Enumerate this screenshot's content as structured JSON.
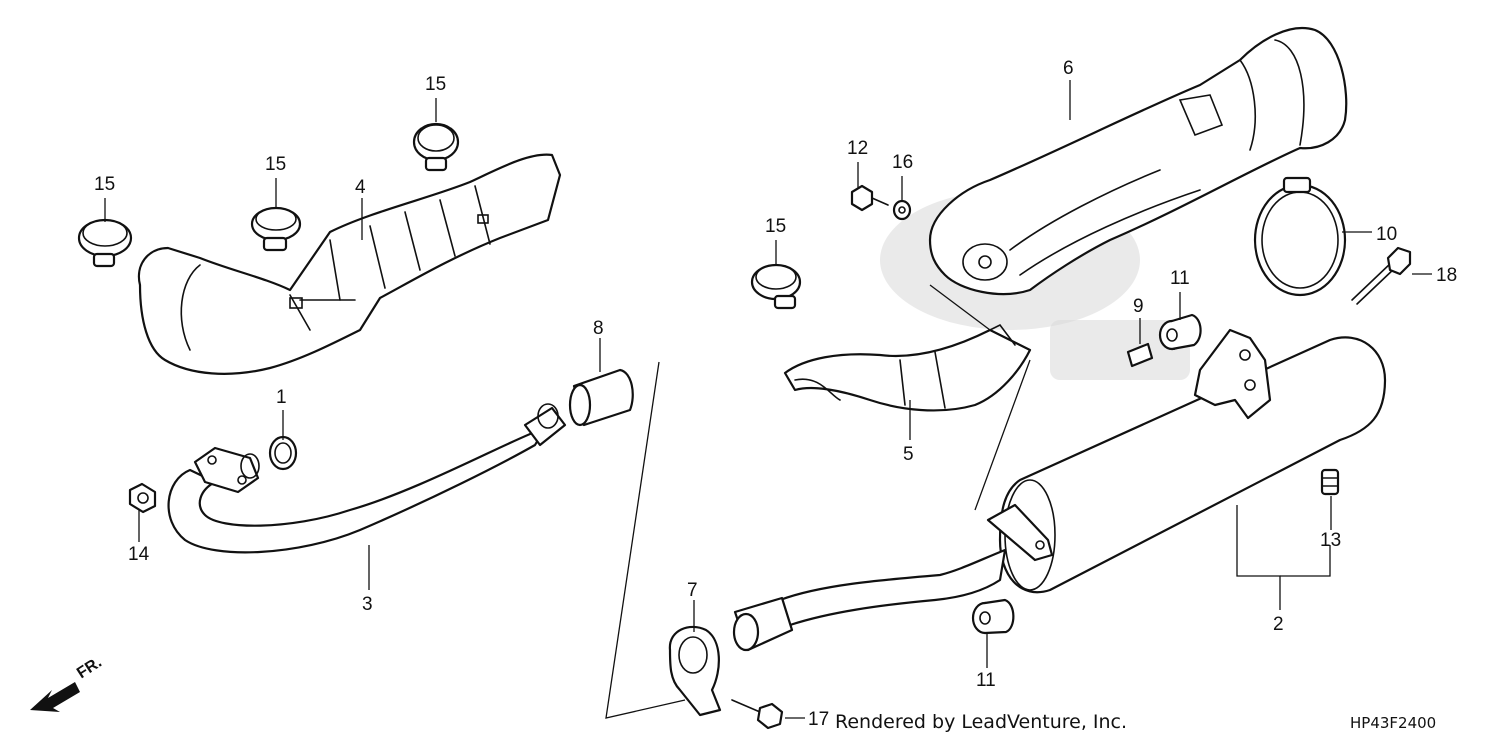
{
  "callouts": [
    {
      "id": "c1",
      "text": "1"
    },
    {
      "id": "c2",
      "text": "2"
    },
    {
      "id": "c3",
      "text": "3"
    },
    {
      "id": "c4",
      "text": "4"
    },
    {
      "id": "c5",
      "text": "5"
    },
    {
      "id": "c6",
      "text": "6"
    },
    {
      "id": "c7",
      "text": "7"
    },
    {
      "id": "c8",
      "text": "8"
    },
    {
      "id": "c9",
      "text": "9"
    },
    {
      "id": "c10",
      "text": "10"
    },
    {
      "id": "c11a",
      "text": "11"
    },
    {
      "id": "c11b",
      "text": "11"
    },
    {
      "id": "c12",
      "text": "12"
    },
    {
      "id": "c13",
      "text": "13"
    },
    {
      "id": "c14",
      "text": "14"
    },
    {
      "id": "c15a",
      "text": "15"
    },
    {
      "id": "c15b",
      "text": "15"
    },
    {
      "id": "c15c",
      "text": "15"
    },
    {
      "id": "c15d",
      "text": "15"
    },
    {
      "id": "c16",
      "text": "16"
    },
    {
      "id": "c17",
      "text": "17"
    },
    {
      "id": "c18",
      "text": "18"
    }
  ],
  "direction_label": "FR.",
  "footer": {
    "credit": "Rendered by LeadVenture, Inc.",
    "drawing_code": "HP43F2400"
  }
}
